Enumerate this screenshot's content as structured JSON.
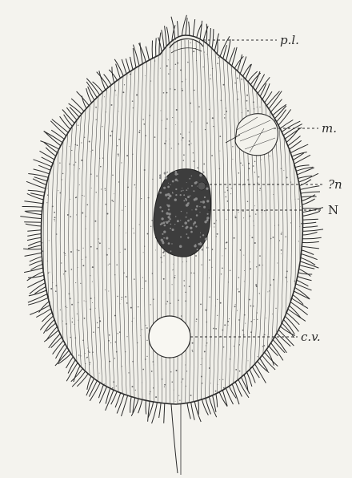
{
  "figure": {
    "labels": {
      "pl": "p.l.",
      "m": "m.",
      "n": "?n",
      "N": "N",
      "cv": "c.v."
    },
    "colors": {
      "paper": "#f4f3ee",
      "ink": "#2a2a2a",
      "nucleus": "#3a3a3a"
    },
    "structures": [
      {
        "id": "pl",
        "name": "peristomial lip"
      },
      {
        "id": "m",
        "name": "mouth"
      },
      {
        "id": "n",
        "name": "micronucleus"
      },
      {
        "id": "N",
        "name": "macronucleus"
      },
      {
        "id": "cv",
        "name": "contractile vacuole"
      }
    ]
  }
}
